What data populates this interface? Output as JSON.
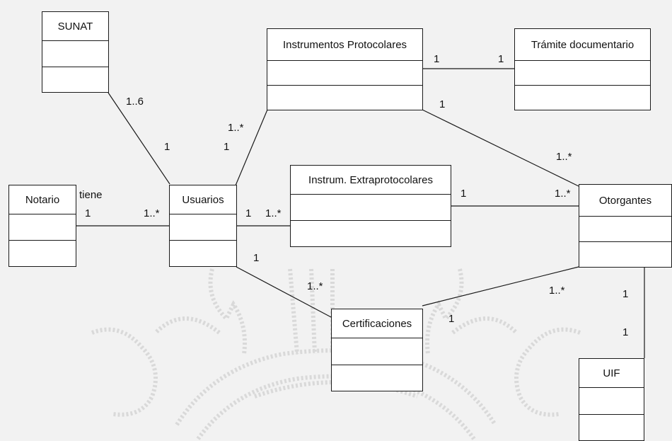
{
  "diagram": {
    "classes": {
      "sunat": "SUNAT",
      "instrumentos_protocolares": "Instrumentos Protocolares",
      "tramite_documentario": "Trámite documentario",
      "notario": "Notario",
      "usuarios": "Usuarios",
      "instrum_extraprotocolares": "Instrum. Extraprotocolares",
      "otorgantes": "Otorgantes",
      "certificaciones": "Certificaciones",
      "uif": "UIF"
    },
    "multiplicities": {
      "sunat_usuarios_sunat_end": "1..6",
      "sunat_usuarios_usuarios_end": "1",
      "usuarios_instprot_usuarios_end": "1",
      "usuarios_instprot_instprot_end": "1..*",
      "instprot_tramite_instprot_end": "1",
      "instprot_tramite_tramite_end": "1",
      "instprot_otorgantes_instprot_end": "1",
      "instprot_otorgantes_otorgantes_end": "1..*",
      "notario_usuarios_notario_end": "1",
      "notario_usuarios_usuarios_end": "1..*",
      "usuarios_extra_usuarios_end": "1",
      "usuarios_extra_extra_end": "1..*",
      "extra_otorgantes_extra_end": "1",
      "extra_otorgantes_otorgantes_end": "1..*",
      "usuarios_cert_usuarios_end": "1",
      "usuarios_cert_cert_end": "1..*",
      "cert_otorgantes_cert_end": "1",
      "cert_otorgantes_otorgantes_end": "1..*",
      "otorgantes_uif_otorgantes_end": "1",
      "otorgantes_uif_uif_end": "1"
    },
    "association_labels": {
      "notario_usuarios": "tiene"
    }
  }
}
